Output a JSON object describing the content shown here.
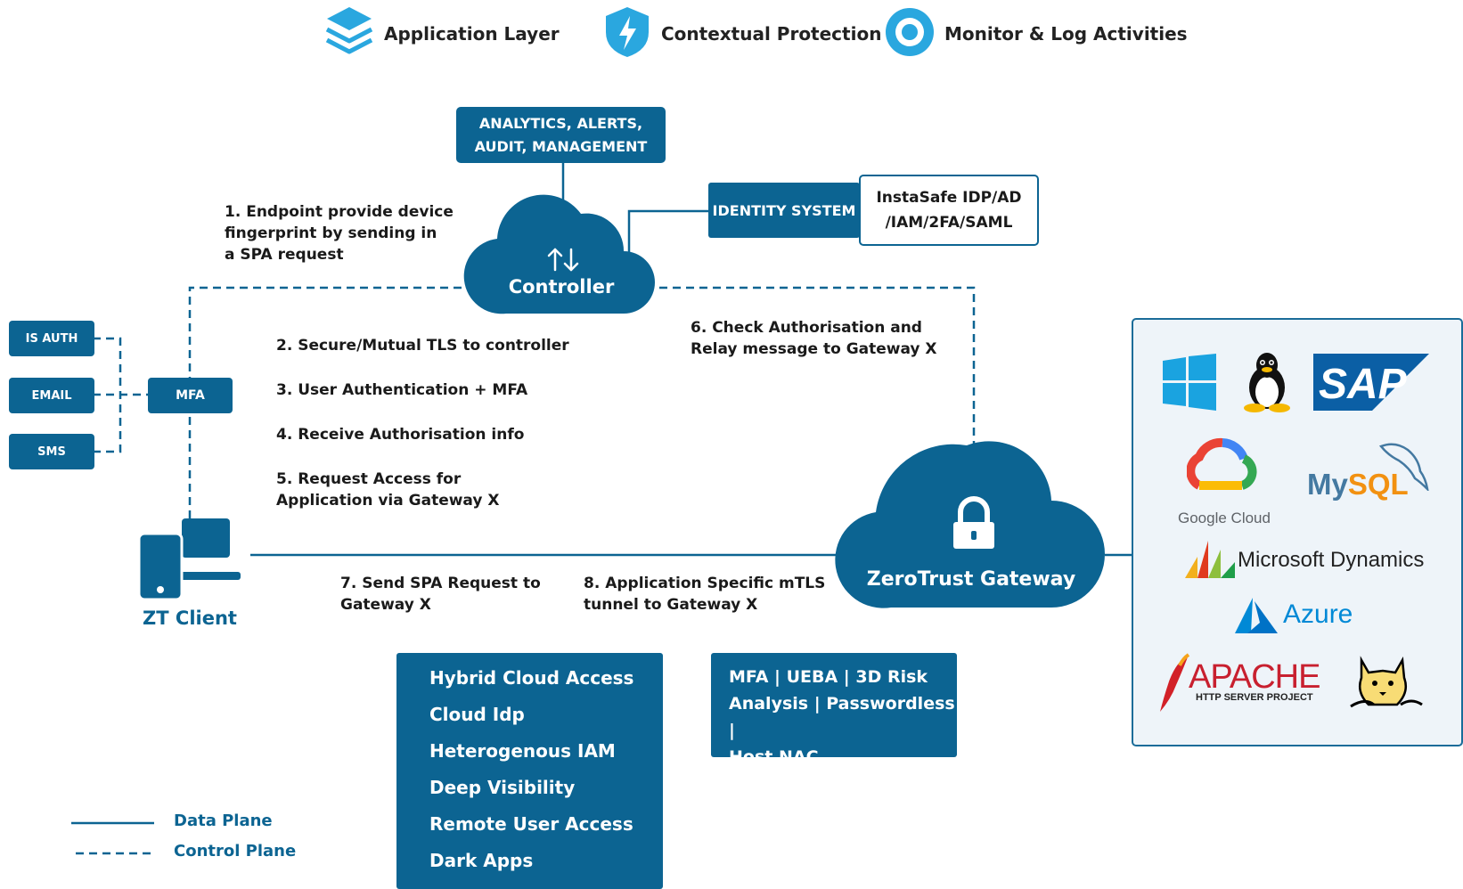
{
  "header": {
    "items": [
      {
        "label": "Application Layer",
        "icon": "layers-icon"
      },
      {
        "label": "Contextual Protection",
        "icon": "shield-lightning-icon"
      },
      {
        "label": "Monitor & Log Activities",
        "icon": "monitor-ring-icon"
      }
    ]
  },
  "nodes": {
    "analytics": {
      "line1": "ANALYTICS, ALERTS,",
      "line2": "AUDIT, MANAGEMENT"
    },
    "identity": "IDENTITY SYSTEM",
    "instasafe": {
      "line1": "InstaSafe IDP/AD",
      "line2": "/IAM/2FA/SAML"
    },
    "controller": "Controller",
    "gateway": "ZeroTrust Gateway",
    "client": "ZT Client",
    "mfa": "MFA",
    "is_auth": "IS AUTH",
    "email": "EMAIL",
    "sms": "SMS"
  },
  "steps": {
    "s1": "1. Endpoint provide device\nfingerprint by sending in\na SPA request",
    "s2": "2. Secure/Mutual TLS to controller",
    "s3": "3. User Authentication + MFA",
    "s4": "4. Receive Authorisation info",
    "s5": "5. Request Access for\nApplication via Gateway X",
    "s6": "6. Check Authorisation and\nRelay message to Gateway X",
    "s7": "7. Send SPA Request to\nGateway X",
    "s8": "8. Application Specific mTLS\ntunnel to Gateway X"
  },
  "features": [
    "Hybrid Cloud Access",
    "Cloud Idp",
    "Heterogenous IAM",
    "Deep Visibility",
    "Remote User Access",
    "Dark Apps"
  ],
  "capabilities": {
    "line1": "MFA | UEBA | 3D Risk",
    "line2": "Analysis | Passwordless |",
    "line3": "Host NAC"
  },
  "legend": {
    "data_plane": "Data Plane",
    "control_plane": "Control Plane"
  },
  "apps": {
    "windows": "windows-logo-icon",
    "linux": "linux-tux-icon",
    "sap": "SAP",
    "google_cloud": "Google Cloud",
    "mysql": "MySQL",
    "dynamics": "Microsoft Dynamics",
    "azure": "Azure",
    "apache": "APACHE",
    "apache_sub": "HTTP SERVER PROJECT",
    "tomcat": "tomcat-logo-icon"
  },
  "colors": {
    "primary": "#0c6492",
    "accent": "#2aa7df"
  }
}
